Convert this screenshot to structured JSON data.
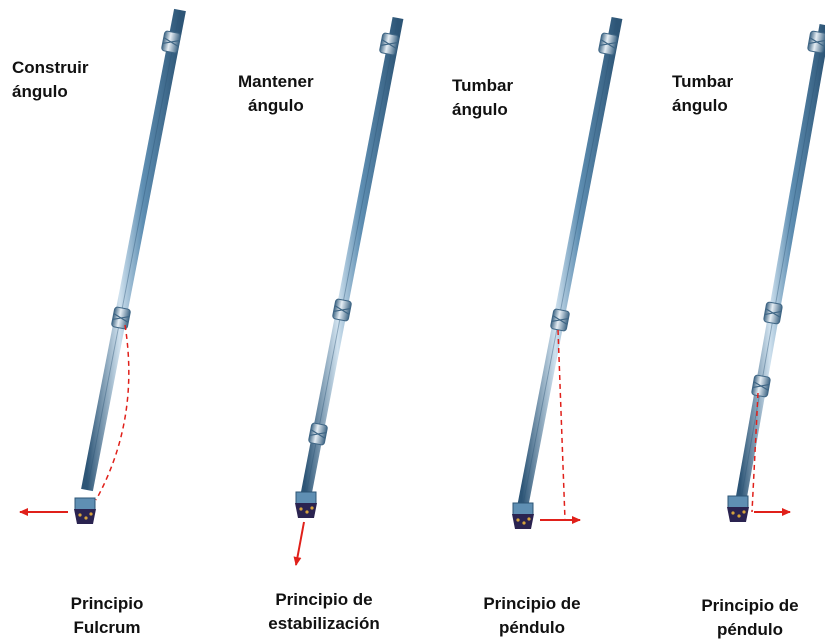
{
  "colors": {
    "pipe_main": "#5f8fb3",
    "pipe_dark": "#2d5576",
    "pipe_highlight": "#cfe1ee",
    "collar": "#9fb9cc",
    "arrow": "#e0201a",
    "bit": "#2a2350",
    "bit_teeth": "#d6a33c",
    "text": "#111111"
  },
  "panels": [
    {
      "title_lines": [
        "Construir",
        "ángulo"
      ],
      "principle_lines": [
        "Principio",
        "Fulcrum"
      ],
      "force_direction": "left",
      "deflection": "bowed-dashed-line"
    },
    {
      "title_lines": [
        "Mantener",
        "ángulo"
      ],
      "principle_lines": [
        "Principio de",
        "estabilización"
      ],
      "force_direction": "down",
      "deflection": "none"
    },
    {
      "title_lines": [
        "Tumbar",
        "ángulo"
      ],
      "principle_lines": [
        "Principio de",
        "péndulo"
      ],
      "force_direction": "right",
      "deflection": "straight-dashed-line"
    },
    {
      "title_lines": [
        "Tumbar",
        "ángulo"
      ],
      "principle_lines": [
        "Principio de",
        "péndulo"
      ],
      "force_direction": "right",
      "deflection": "straight-dashed-line"
    }
  ]
}
